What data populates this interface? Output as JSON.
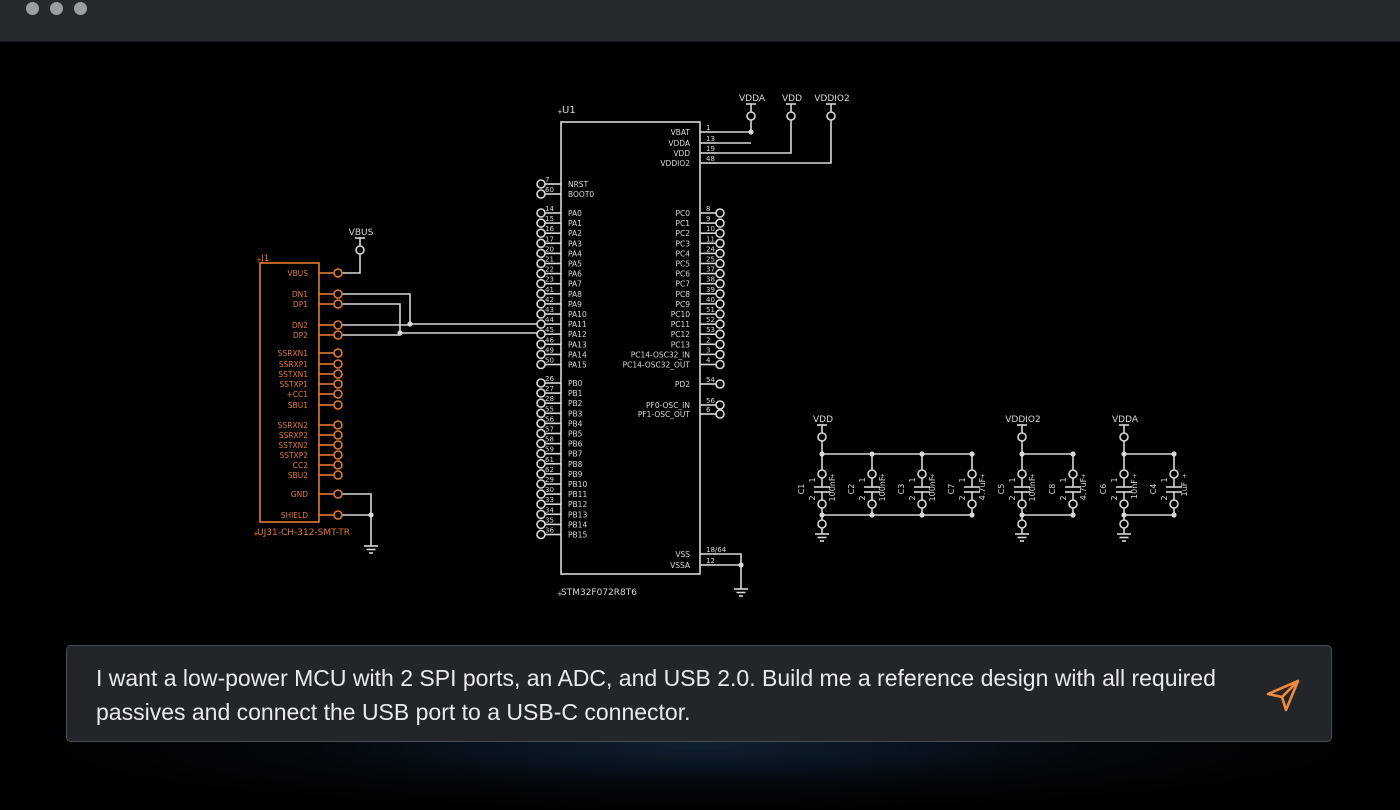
{
  "window": {
    "controls": [
      "close-dot",
      "minimize-dot",
      "maximize-dot"
    ]
  },
  "schematic": {
    "mcu": {
      "ref": "U1",
      "part": "STM32F072R8T6",
      "right_top": [
        {
          "num": "1",
          "name": "VBAT"
        },
        {
          "num": "13",
          "name": "VDDA"
        },
        {
          "num": "19",
          "name": "VDD"
        },
        {
          "num": "48",
          "name": "VDDIO2"
        }
      ],
      "left_top": [
        {
          "num": "7",
          "name": "NRST"
        },
        {
          "num": "60",
          "name": "BOOT0"
        }
      ],
      "left_pa": [
        {
          "num": "14",
          "name": "PA0"
        },
        {
          "num": "15",
          "name": "PA1"
        },
        {
          "num": "16",
          "name": "PA2"
        },
        {
          "num": "17",
          "name": "PA3"
        },
        {
          "num": "20",
          "name": "PA4"
        },
        {
          "num": "21",
          "name": "PA5"
        },
        {
          "num": "22",
          "name": "PA6"
        },
        {
          "num": "23",
          "name": "PA7"
        },
        {
          "num": "41",
          "name": "PA8"
        },
        {
          "num": "42",
          "name": "PA9"
        },
        {
          "num": "43",
          "name": "PA10"
        },
        {
          "num": "44",
          "name": "PA11"
        },
        {
          "num": "45",
          "name": "PA12"
        },
        {
          "num": "46",
          "name": "PA13"
        },
        {
          "num": "49",
          "name": "PA14"
        },
        {
          "num": "50",
          "name": "PA15"
        }
      ],
      "left_pb": [
        {
          "num": "26",
          "name": "PB0"
        },
        {
          "num": "27",
          "name": "PB1"
        },
        {
          "num": "28",
          "name": "PB2"
        },
        {
          "num": "55",
          "name": "PB3"
        },
        {
          "num": "56",
          "name": "PB4"
        },
        {
          "num": "57",
          "name": "PB5"
        },
        {
          "num": "58",
          "name": "PB6"
        },
        {
          "num": "59",
          "name": "PB7"
        },
        {
          "num": "61",
          "name": "PB8"
        },
        {
          "num": "62",
          "name": "PB9"
        },
        {
          "num": "29",
          "name": "PB10"
        },
        {
          "num": "30",
          "name": "PB11"
        },
        {
          "num": "33",
          "name": "PB12"
        },
        {
          "num": "34",
          "name": "PB13"
        },
        {
          "num": "35",
          "name": "PB14"
        },
        {
          "num": "36",
          "name": "PB15"
        }
      ],
      "right_pc": [
        {
          "num": "8",
          "name": "PC0"
        },
        {
          "num": "9",
          "name": "PC1"
        },
        {
          "num": "10",
          "name": "PC2"
        },
        {
          "num": "11",
          "name": "PC3"
        },
        {
          "num": "24",
          "name": "PC4"
        },
        {
          "num": "25",
          "name": "PC5"
        },
        {
          "num": "37",
          "name": "PC6"
        },
        {
          "num": "38",
          "name": "PC7"
        },
        {
          "num": "39",
          "name": "PC8"
        },
        {
          "num": "40",
          "name": "PC9"
        },
        {
          "num": "51",
          "name": "PC10"
        },
        {
          "num": "52",
          "name": "PC11"
        },
        {
          "num": "53",
          "name": "PC12"
        },
        {
          "num": "2",
          "name": "PC13"
        },
        {
          "num": "3",
          "name": "PC14-OSC32_IN"
        },
        {
          "num": "4",
          "name": "PC14-OSC32_OUT"
        }
      ],
      "right_misc": [
        {
          "num": "54",
          "name": "PD2"
        },
        {
          "num": "56",
          "name": "PF0-OSC_IN"
        },
        {
          "num": "6",
          "name": "PF1-OSC_OUT"
        }
      ],
      "right_bottom": [
        {
          "num": "18/64",
          "name": "VSS"
        },
        {
          "num": "12",
          "name": "VSSA"
        }
      ]
    },
    "power_labels": [
      "VDDA",
      "VDD",
      "VDDIO2"
    ],
    "usb": {
      "ref": "J1",
      "part": "UJ31-CH-312-SMT-TR",
      "vbus_label": "VBUS",
      "pins": [
        "VBUS",
        "DN1",
        "DP1",
        "DN2",
        "DP2",
        "SSRXN1",
        "SSRXP1",
        "SSTXN1",
        "SSTXP1",
        "+CC1",
        "SBU1",
        "SSRXN2",
        "SSRXP2",
        "SSTXN2",
        "SSTXP2",
        "CC2",
        "SBU2",
        "GND",
        "SHIELD"
      ]
    },
    "caps": {
      "vdd_group": {
        "label": "VDD",
        "caps": [
          {
            "ref": "C1",
            "val": "100nF"
          },
          {
            "ref": "C2",
            "val": "100nF"
          },
          {
            "ref": "C3",
            "val": "100nF"
          },
          {
            "ref": "C7",
            "val": "4.7uF"
          }
        ]
      },
      "vddio2_group": {
        "label": "VDDIO2",
        "caps": [
          {
            "ref": "C5",
            "val": "100nF"
          },
          {
            "ref": "C8",
            "val": "4.7uF"
          }
        ]
      },
      "vdda_group": {
        "label": "VDDA",
        "caps": [
          {
            "ref": "C6",
            "val": "10nF"
          },
          {
            "ref": "C4",
            "val": "1uF"
          }
        ]
      },
      "pin_a": "1",
      "pin_b": "2"
    }
  },
  "prompt": {
    "text": "I want a low-power MCU with 2 SPI ports, an ADC, and USB 2.0. Build me a reference design with all required passives and connect the USB port to a USB-C connector.",
    "send_icon": "send-icon"
  }
}
